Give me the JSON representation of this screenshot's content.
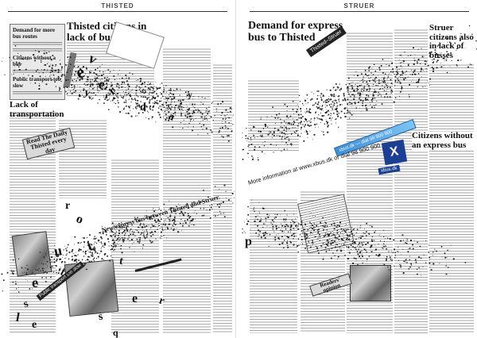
{
  "pages": {
    "left": {
      "folio": "THISTED",
      "headline_main": "Thisted citizens in lack of busses",
      "headline_lack": "Lack of transportation",
      "box": {
        "title1": "Demand for more bus routes",
        "title2": "Citizens without a bus",
        "title3": "Public transport too slow"
      },
      "tilted_label": "Read The Daily Thisted every day",
      "diagonal_caption": "New express bus between Thisted and Struer.",
      "scattered_letters": [
        "e",
        "v",
        "e",
        "r",
        "y",
        "d",
        "a",
        "y",
        "r",
        "o",
        "u",
        "t",
        "e",
        "s",
        "l",
        "e",
        "t",
        "t",
        "e",
        "r",
        "s",
        "q"
      ]
    },
    "right": {
      "folio": "STRUER",
      "headline_main": "Demand for express bus to Thisted",
      "headline_struer": "Struer citizens also in lack of busses",
      "headline_express": "Citizens without an express bus",
      "more_info": "More information at www.xbus.dk or dial 98 900 900",
      "readers_opinion": "Readers' opinion",
      "stamp_top": "Thisted–Struer",
      "logo_text": "X",
      "logo_caption": "xbus.dk",
      "bar_text": "xbus.dk — dial 98 900 900"
    }
  }
}
